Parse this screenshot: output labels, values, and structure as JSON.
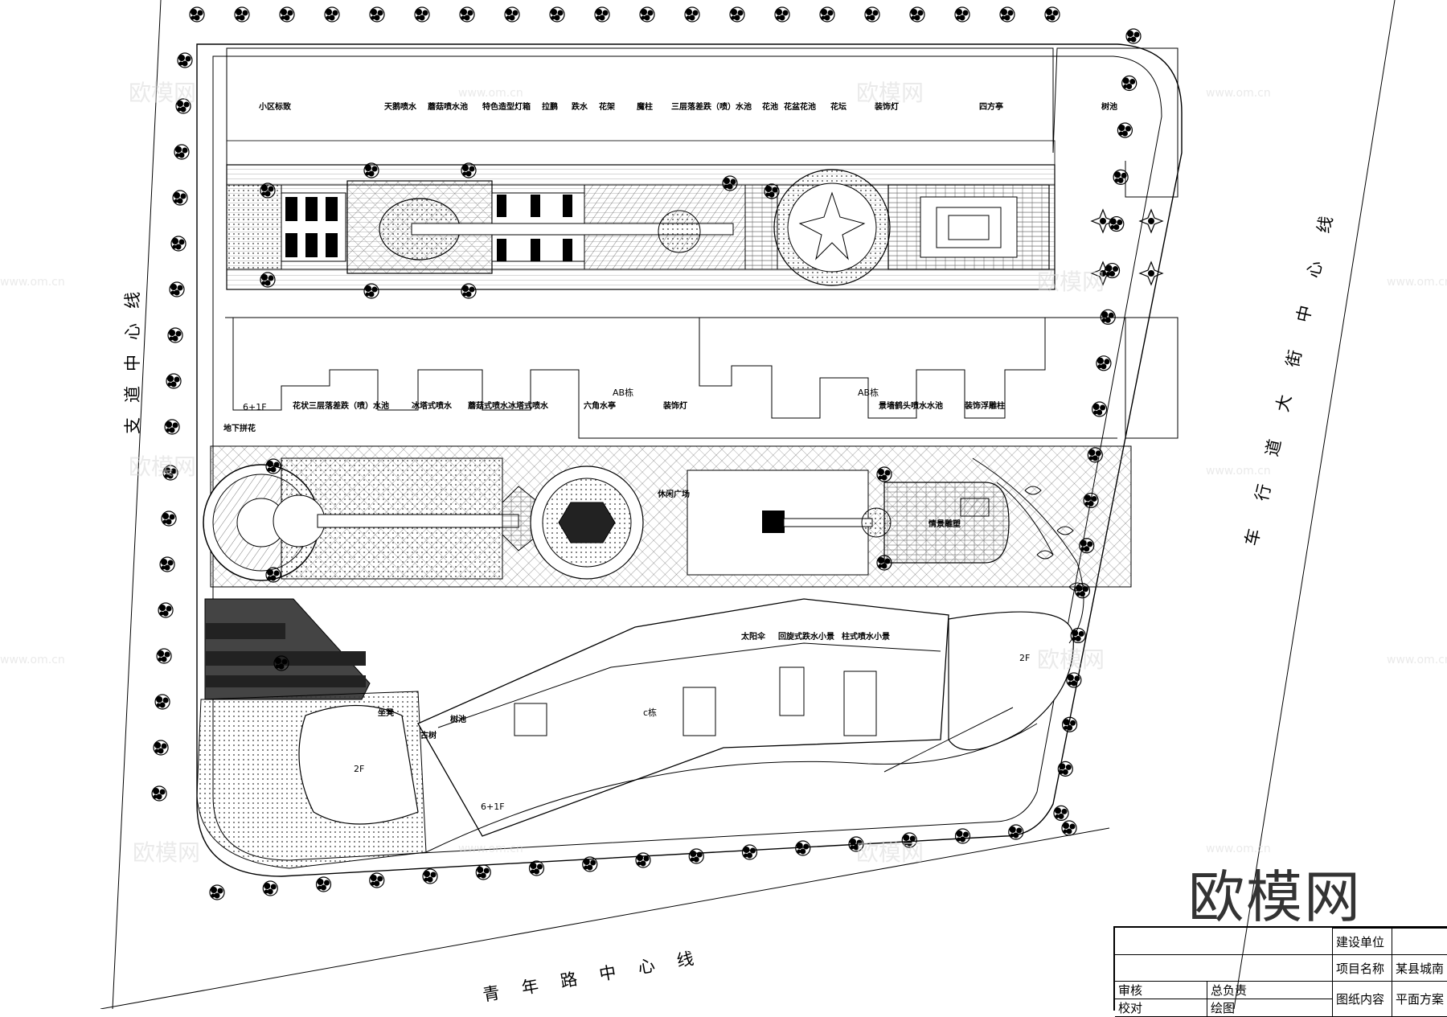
{
  "roads": {
    "left": "支道中心线",
    "bottom": "青年路中心线",
    "right": "车行道大街中心线"
  },
  "labels_top": [
    "小区标致",
    "天鹅喷水",
    "蘑菇喷水池",
    "特色造型灯箱",
    "拉鹏",
    "跌水",
    "花架",
    "魔柱",
    "三层落差跌（喷）水池",
    "花池",
    "花盆花池",
    "花坛",
    "装饰灯",
    "四方亭",
    "树池"
  ],
  "labels_mid": [
    "花状三层落差跌（喷）水池",
    "冰塔式喷水",
    "蘑菇式喷水",
    "冰塔式喷水",
    "六角水亭",
    "装饰灯",
    "景墙鹤头喷水水池",
    "装饰浮雕柱"
  ],
  "labels_misc": {
    "underground": "地下拼花",
    "plaza": "休闲广场",
    "relief": "情景雕塑",
    "umbrella": "太阳伞",
    "spiral": "回旋式跌水小景",
    "column_fountain": "柱式喷水小景",
    "bench": "坐凳",
    "tree_pool": "树池",
    "old_tree": "古树"
  },
  "buildings": {
    "ab_left": "AB栋",
    "ab_right": "AB栋",
    "c": "c栋",
    "floors_6_1": "6+1F",
    "floors_2_a": "2F",
    "floors_2_b": "2F",
    "floors_6_1_b": "6+1F"
  },
  "watermark": {
    "text": "欧模网",
    "sub": "www.om.cn"
  },
  "logo": "欧模网",
  "title_block": {
    "build_unit": "建设单位",
    "project_name": "项目名称",
    "project_value": "某县城南",
    "review": "审核",
    "general": "总负责",
    "check": "校对",
    "draw": "绘图",
    "content": "图纸内容",
    "content_value": "平面方案"
  }
}
